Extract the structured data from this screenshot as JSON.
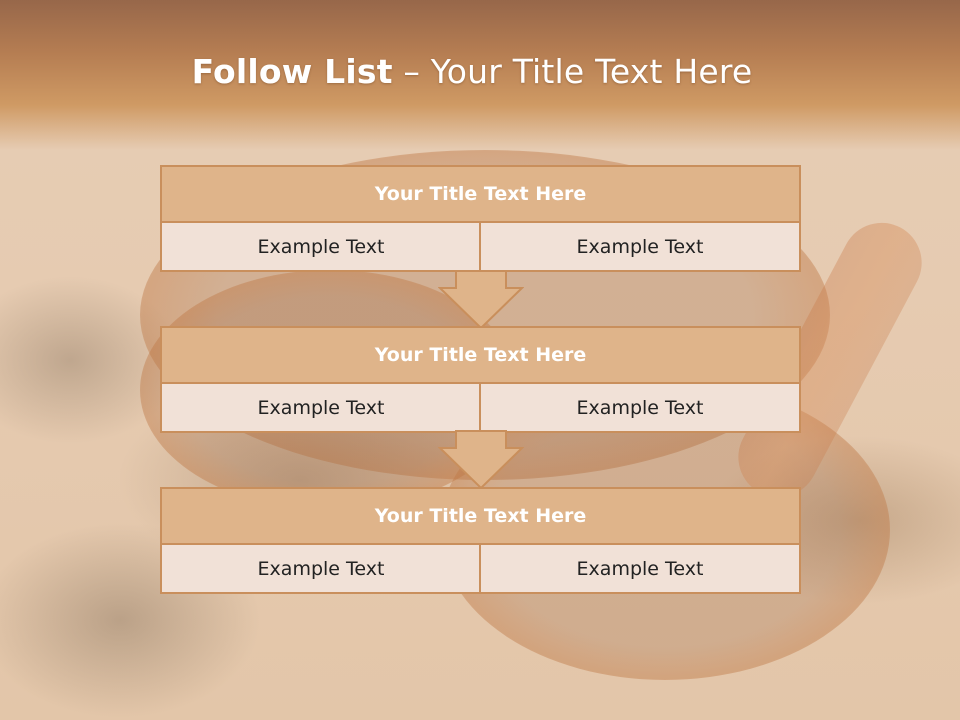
{
  "slide": {
    "title_bold": "Follow List",
    "title_rest": " – Your Title Text Here"
  },
  "list": [
    {
      "heading": "Your Title Text Here",
      "left": "Example Text",
      "right": "Example Text"
    },
    {
      "heading": "Your Title Text Here",
      "left": "Example Text",
      "right": "Example Text"
    },
    {
      "heading": "Your Title Text Here",
      "left": "Example Text",
      "right": "Example Text"
    }
  ],
  "colors": {
    "header_band": "#b57d52",
    "block_header": "#dfb48a",
    "block_border": "#c98f5c",
    "cell_fill": "#f1e1d7",
    "arrow_fill": "#dfb48a"
  },
  "icons": {
    "connector": "down-arrow-icon"
  }
}
